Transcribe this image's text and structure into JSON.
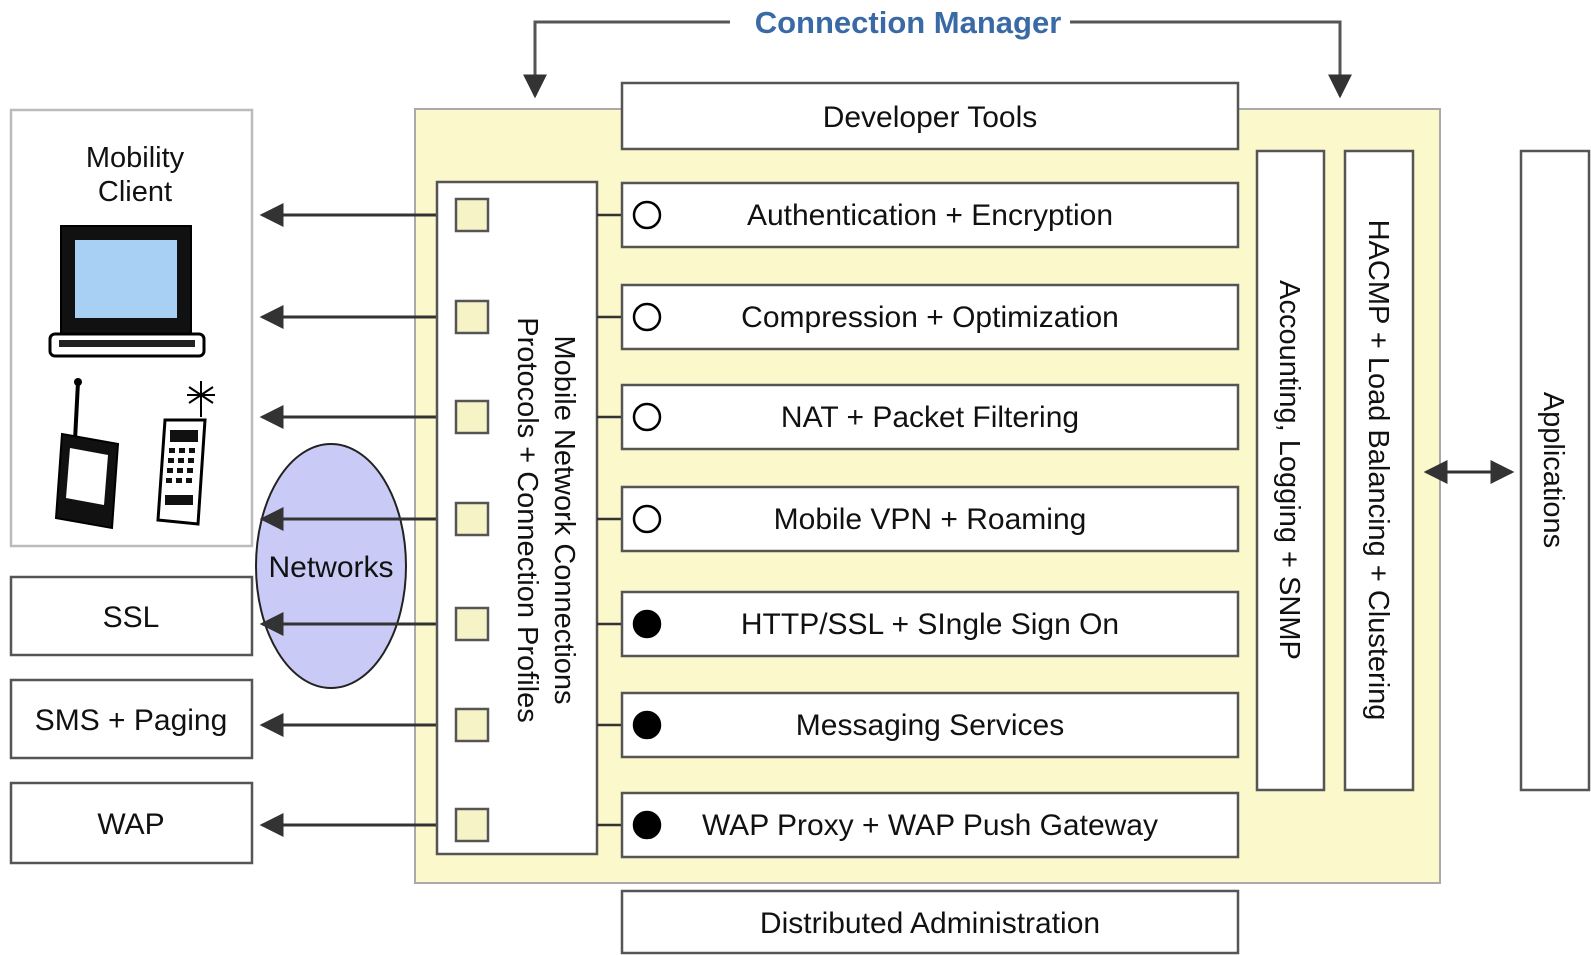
{
  "title": "Connection Manager",
  "developer_tools": "Developer Tools",
  "distributed_admin": "Distributed Administration",
  "mobility_client": {
    "line1": "Mobility",
    "line2": "Client"
  },
  "networks": "Networks",
  "protocols": {
    "line1": "Mobile Network Connections",
    "line2": "Protocols + Connection Profiles"
  },
  "services": [
    {
      "label": "Authentication + Encryption",
      "connector": "open"
    },
    {
      "label": "Compression + Optimization",
      "connector": "open"
    },
    {
      "label": "NAT + Packet Filtering",
      "connector": "open"
    },
    {
      "label": "Mobile VPN + Roaming",
      "connector": "open"
    },
    {
      "label": "HTTP/SSL + SIngle Sign On",
      "connector": "filled"
    },
    {
      "label": "Messaging Services",
      "connector": "filled"
    },
    {
      "label": "WAP Proxy + WAP Push Gateway",
      "connector": "filled"
    }
  ],
  "left_targets": [
    "SSL",
    "SMS + Paging",
    "WAP"
  ],
  "accounting": "Accounting, Logging + SNMP",
  "hacmp": "HACMP + Load Balancing + Clustering",
  "applications": "Applications",
  "colors": {
    "title": "#3a6aa6",
    "panel_fill": "#fbf8cc",
    "port_fill": "#f6f4c6",
    "networks_fill": "#cacaf6",
    "screen_fill": "#a8d0f4",
    "box_stroke": "#555555"
  }
}
